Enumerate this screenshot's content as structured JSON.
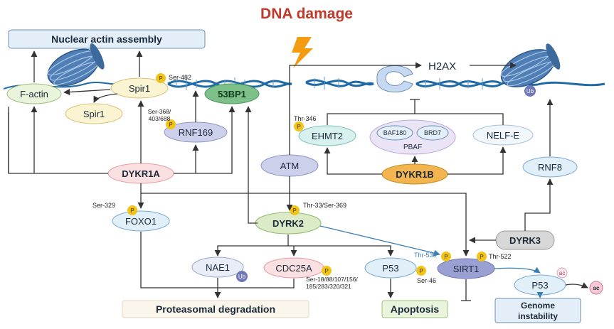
{
  "title": "DNA damage",
  "boxes": {
    "nuclear_actin_assembly": "Nuclear actin assembly",
    "proteasomal_degradation": "Proteasomal degradation",
    "apoptosis": "Apoptosis",
    "genome_instability_line1": "Genome",
    "genome_instability_line2": "instability"
  },
  "nodes": {
    "f_actin": "F-actin",
    "spir1_top": "Spir1",
    "spir1_bottom": "Spir1",
    "bp53": "53BP1",
    "rnf169": "RNF169",
    "dykr1a": "DYKR1A",
    "atm": "ATM",
    "ehmt2": "EHMT2",
    "baf180": "BAF180",
    "brd7": "BRD7",
    "pbaf": "PBAF",
    "nelf_e": "NELF-E",
    "dykr1b": "DYKR1B",
    "rnf8": "RNF8",
    "foxo1": "FOXO1",
    "dyrk2": "DYRK2",
    "dyrk3": "DYRK3",
    "nae1": "NAE1",
    "cdc25a": "CDC25A",
    "p53_mid": "P53",
    "sirt1": "SIRT1",
    "p53_right": "P53",
    "h2ax": "H2AX"
  },
  "badges": {
    "p": "P",
    "ub": "Ub",
    "ac": "ac"
  },
  "sites": {
    "ser482": "Ser-482",
    "ser368_l1": "Ser-368/",
    "ser368_l2": "403/688",
    "thr346": "Thr-346",
    "ser329": "Ser-329",
    "thr33": "Thr-33/Ser-369",
    "thr530": "Thr-530",
    "thr522": "Thr-522",
    "ser46": "Ser-46",
    "ser18_l1": "Ser-18/88/107/156/",
    "ser18_l2": "185/283/320/321"
  },
  "colors": {
    "title": "#c0392b",
    "box_blue_fill": "#e4eef8",
    "box_blue_stroke": "#6b8fb5",
    "green_fill": "#eaf4dc",
    "green_stroke": "#9cc27a",
    "yellow_fill": "#faf4d2",
    "pink_fill": "#fbe0e2",
    "purple_fill": "#cdd0ea",
    "teal_fill": "#d8f0ee",
    "orange_fill": "#f2b54f",
    "dyrk2_fill": "#dcebc7",
    "gray_fill": "#d7d7d7",
    "foxo1_fill": "#e0eff8",
    "p_badge": "#f0c419",
    "ub_badge": "#6f78b8",
    "dna": "#1f6aa5",
    "lightning": "#f39c12"
  }
}
